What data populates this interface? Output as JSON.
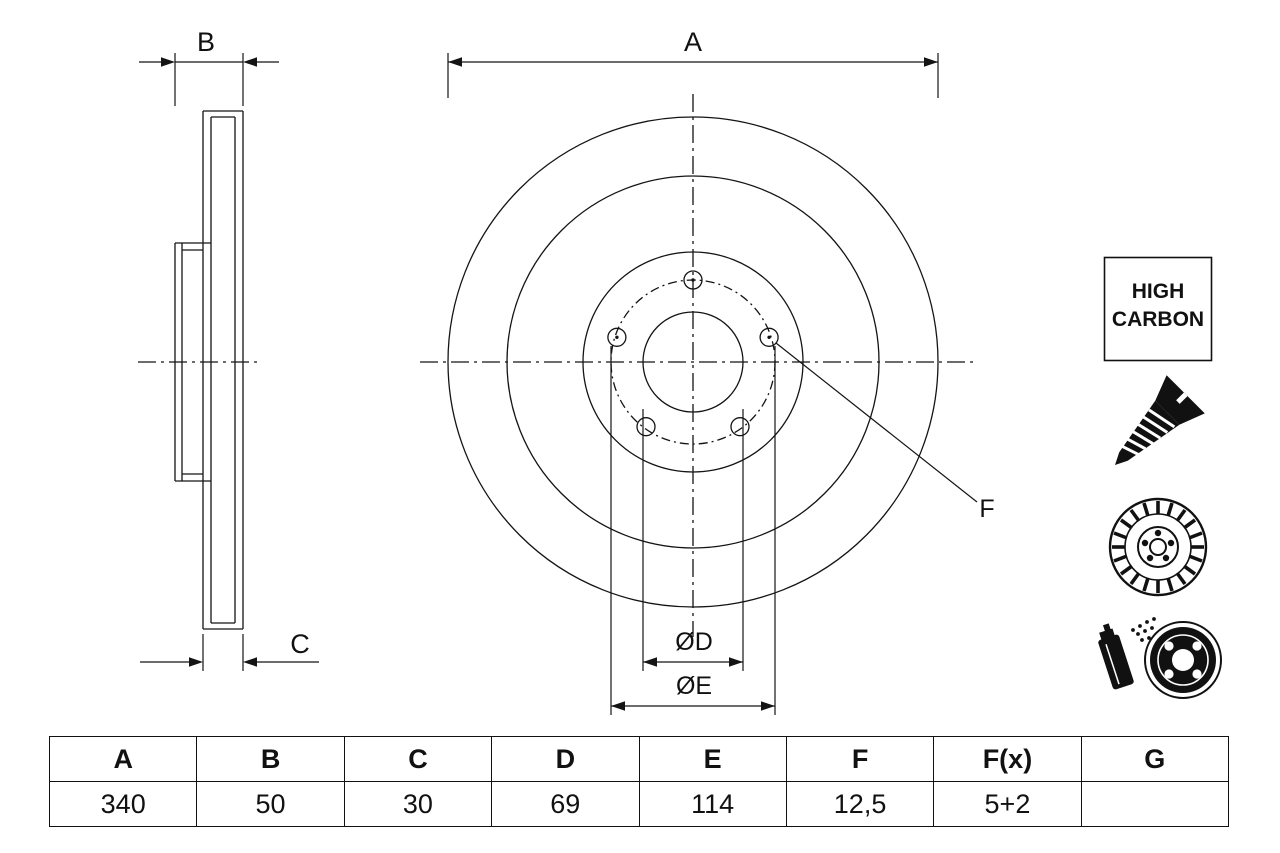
{
  "drawing": {
    "labels": {
      "a": "A",
      "b": "B",
      "c": "C",
      "d": "ØD",
      "e": "ØE",
      "f": "F"
    },
    "badge": {
      "line1": "HIGH",
      "line2": "CARBON"
    },
    "icons": [
      "screw-icon",
      "brake-disc-icon",
      "spray-coating-icon"
    ],
    "line_color": "#141414"
  },
  "table": {
    "headers": [
      "A",
      "B",
      "C",
      "D",
      "E",
      "F",
      "F(x)",
      "G"
    ],
    "values": [
      "340",
      "50",
      "30",
      "69",
      "114",
      "12,5",
      "5+2",
      ""
    ]
  }
}
